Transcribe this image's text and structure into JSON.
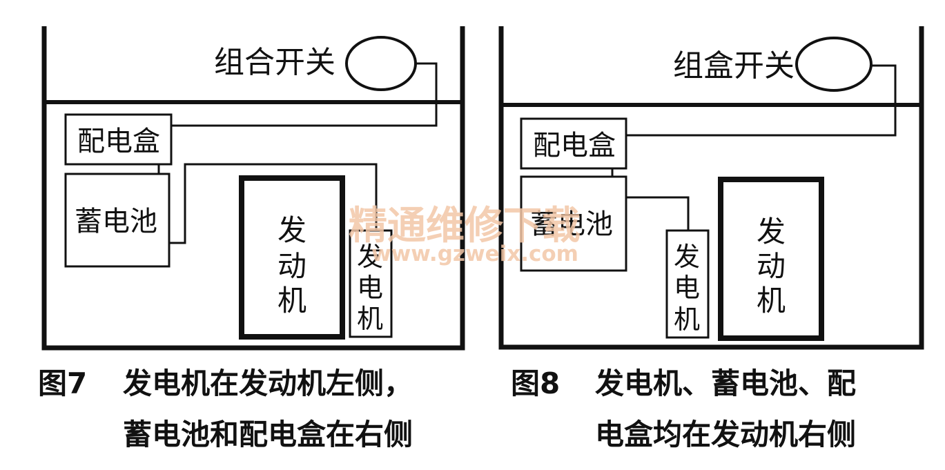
{
  "figure7": {
    "switch_label": "组合开关",
    "distribution_box_label": "配电盒",
    "battery_label": "蓄电池",
    "engine_label_chars": [
      "发",
      "动",
      "机"
    ],
    "generator_label_chars": [
      "发",
      "电",
      "机"
    ],
    "caption_number": "图7",
    "caption_line1": "发电机在发动机左侧，",
    "caption_line2": "蓄电池和配电盒在右侧"
  },
  "figure8": {
    "switch_label": "组盒开关",
    "distribution_box_label": "配电盒",
    "battery_label": "蓄电池",
    "engine_label_chars": [
      "发",
      "动",
      "机"
    ],
    "generator_label_chars": [
      "发",
      "电",
      "机"
    ],
    "caption_number": "图8",
    "caption_line1": "发电机、蓄电池、配",
    "caption_line2": "电盒均在发动机右侧"
  },
  "watermark": {
    "site_name": "精通维修下载",
    "url": "www.gzweix.com"
  },
  "colors": {
    "line": "#111111",
    "watermark": "#f3c7a7",
    "background": "#ffffff"
  }
}
